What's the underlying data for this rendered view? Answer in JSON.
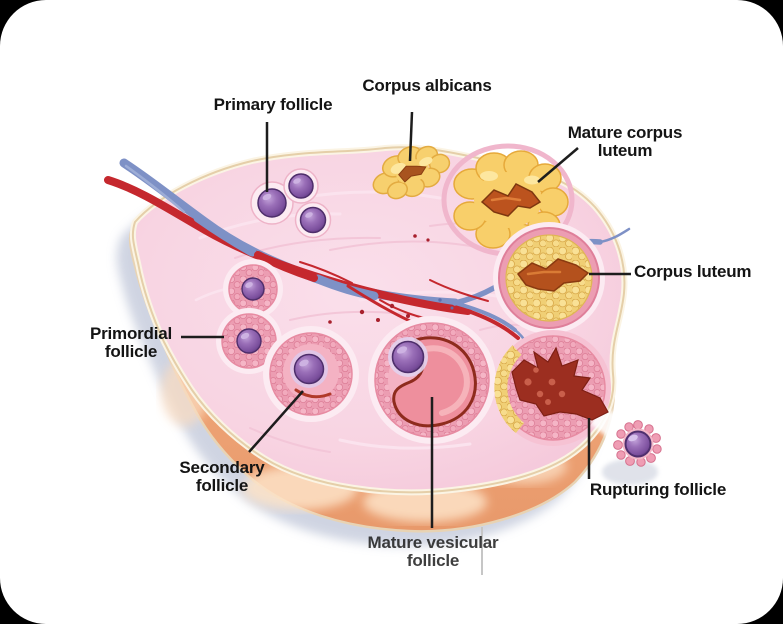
{
  "scene": {
    "type": "anatomical-diagram",
    "subject": "Ovary with stages of ovarian follicle development"
  },
  "labels": {
    "primary_follicle": {
      "text": "Primary follicle"
    },
    "corpus_albicans": {
      "text": "Corpus albicans"
    },
    "mature_corpus_luteum": {
      "line1": "Mature corpus",
      "line2": "luteum"
    },
    "corpus_luteum": {
      "text": "Corpus luteum"
    },
    "primordial_follicle": {
      "line1": "Primordial",
      "line2": "follicle"
    },
    "secondary_follicle": {
      "line1": "Secondary",
      "line2": "follicle"
    },
    "mature_vesicular_follicle": {
      "line1": "Mature vesicular",
      "line2": "follicle"
    },
    "rupturing_follicle": {
      "text": "Rupturing follicle"
    }
  },
  "palette": {
    "page_background": "#000000",
    "card_background": "#ffffff",
    "stroma_pink": "#f8d6e4",
    "cortex_peach": "#efa678",
    "follicle_granule_pink": "#ec9db2",
    "corpus_yellow": "#f8d06e",
    "cavity_orange": "#bc531e",
    "rupture_red": "#9c2e20",
    "oocyte_purple": "#7b4f9d",
    "artery_red": "#c5282e",
    "vein_blue": "#7e91c6",
    "outline_cream": "#e5cfa9",
    "label_text": "#141414"
  }
}
